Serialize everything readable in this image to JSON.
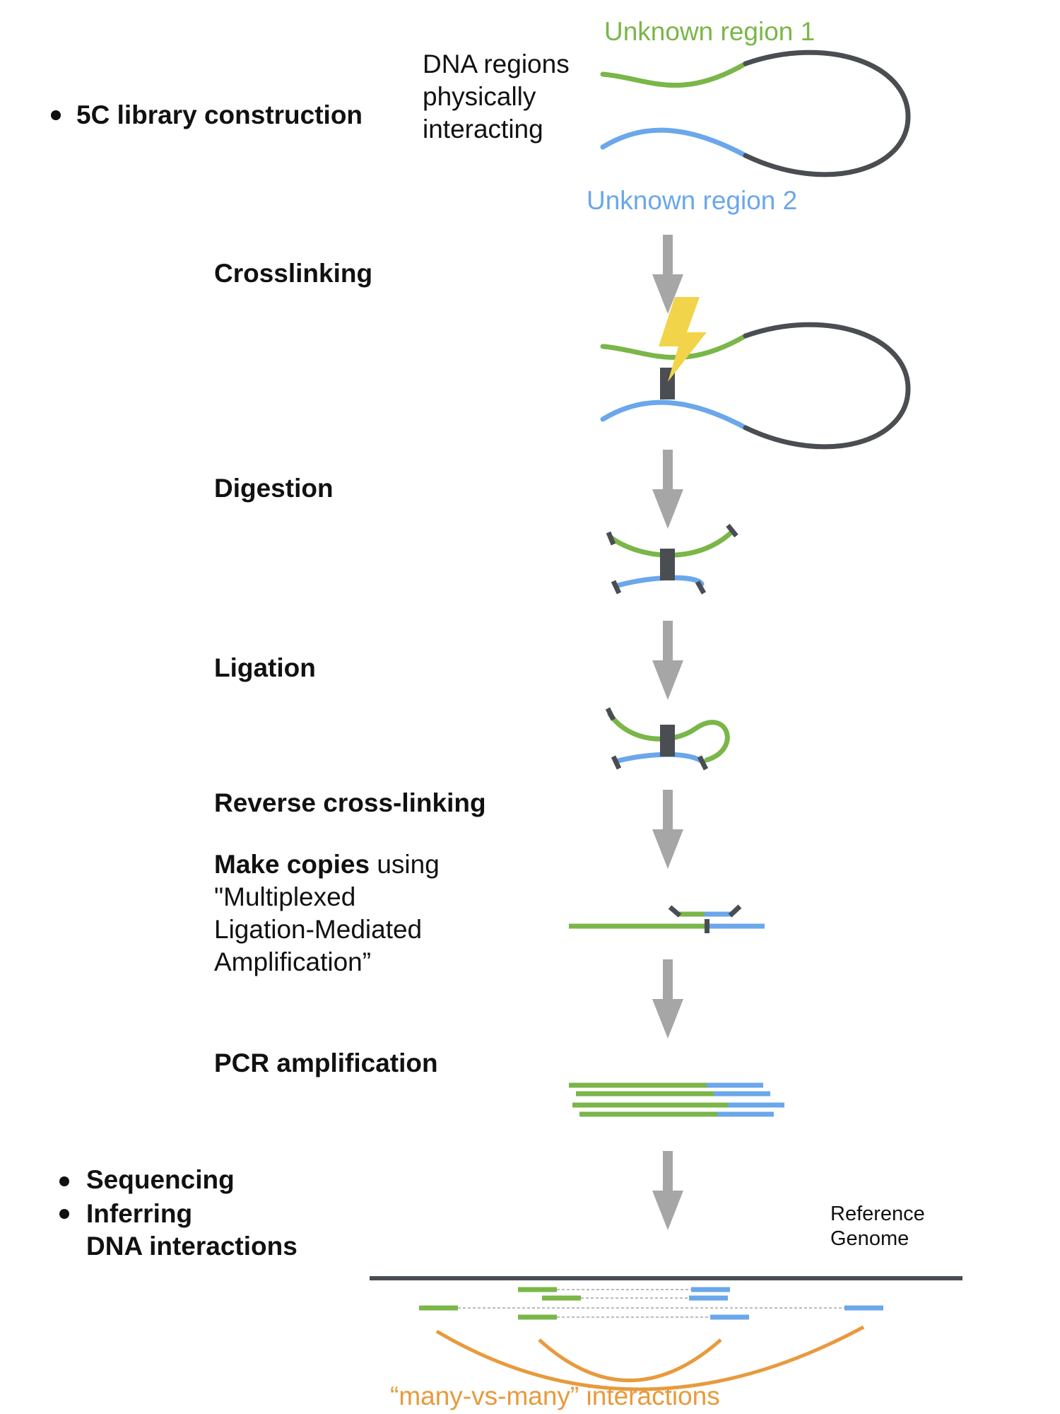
{
  "steps": {
    "library_construction": "5C library construction",
    "crosslinking": "Crosslinking",
    "digestion": "Digestion",
    "ligation": "Ligation",
    "reverse_crosslinking": "Reverse cross-linking",
    "make_copies_bold": "Make copies",
    "make_copies_rest": " using",
    "make_copies_line2": "\"Multiplexed",
    "make_copies_line3": "Ligation-Mediated",
    "make_copies_line4": "Amplification”",
    "pcr": "PCR amplification",
    "sequencing": "Sequencing",
    "inferring_line1": "Inferring",
    "inferring_line2": "DNA interactions"
  },
  "labels": {
    "region1": "Unknown region 1",
    "region2": "Unknown region 2",
    "dna_line1": "DNA regions",
    "dna_line2": "physically",
    "dna_line3": "interacting",
    "ref_line1": "Reference",
    "ref_line2": "Genome",
    "many_vs_many": "“many-vs-many” interactions"
  },
  "colors": {
    "green": "#7ab648",
    "blue": "#6aa7eb",
    "dark": "#4a4d52",
    "arrow": "#a6a6a6",
    "orange": "#e89a3c",
    "bolt": "#f2d44a"
  }
}
